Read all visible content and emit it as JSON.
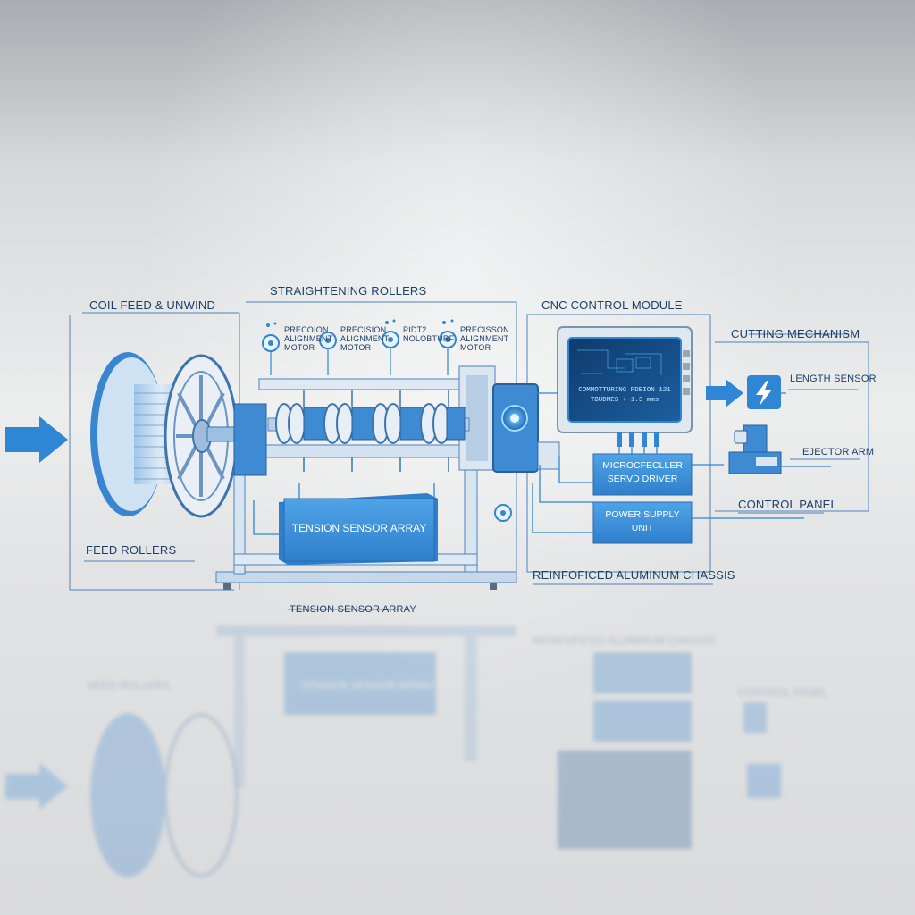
{
  "labels": {
    "coil_feed": "COIL FEED & UNWIND",
    "straightening": "STRAIGHTENING ROLLERS",
    "cnc_module": "CNC CONTROL MODULE",
    "cutting": "CUTTING MECHANISM",
    "feed_rollers": "FEED ROLLERS",
    "tension_box": "TENSION SENSOR ARRAY",
    "tension_caption": "TENSION SENSOR ARRAY",
    "length_sensor": "LENGTH SENSOR",
    "ejector_arm": "EJECTOR ARM",
    "control_panel": "CONTROL PANEL",
    "chassis": "REINFOFICED ALUMINUM CHASSIS",
    "micro_line1": "MICROCFECLLER",
    "micro_line2": "SERVD DRIVER",
    "psu_line1": "POWER SUPPLY",
    "psu_line2": "UNIT",
    "screen_line1": "COMMOTTURING PDEION 121",
    "screen_line2": "TBUDMES +-1.3 mms",
    "motor1_line1": "PRECOION",
    "motor1_line2": "ALIGNMENT",
    "motor1_line3": "MOTOR",
    "motor2_line1": "PRECISION",
    "motor2_line2": "ALIGNMENT",
    "motor2_line3": "MOTOR",
    "motor3_line1": "PIDT2",
    "motor3_line2": "NOLOBTURF",
    "motor4_line1": "PRECISSON",
    "motor4_line2": "ALIGNMENT",
    "motor4_line3": "MOTOR"
  },
  "reflection": {
    "feed_rollers": "SEED ROLLERS",
    "tension": "TENSION SENSOR ARRAY",
    "chassis": "REINFOFICED ALUMINUM CHASSIS",
    "control_panel": "CONTROL PANEL"
  },
  "colors": {
    "accent": "#2f86d4",
    "line": "#3a78b8",
    "label_text": "#1d3f66"
  }
}
